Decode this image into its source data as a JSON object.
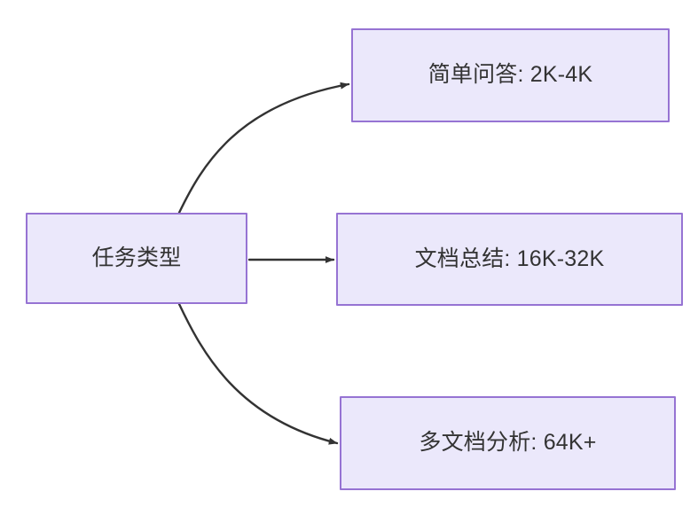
{
  "diagram": {
    "title": "任务类型",
    "background_color": "#ffffff",
    "node_fill_color": "#ebe8fb",
    "node_border_color": "#9673d3",
    "node_text_color": "#333333",
    "edge_color": "#333333",
    "nodes": [
      {
        "id": "root",
        "label": "任务类型"
      },
      {
        "id": "qa",
        "label": "简单问答: 2K-4K"
      },
      {
        "id": "sum",
        "label": "文档总结: 16K-32K"
      },
      {
        "id": "multi",
        "label": "多文档分析: 64K+"
      }
    ],
    "edges": [
      {
        "id": "edge-root-qa",
        "from": "root",
        "to": "qa",
        "label": "",
        "style": "curved"
      },
      {
        "id": "edge-root-sum",
        "from": "root",
        "to": "sum",
        "label": "",
        "style": "straight"
      },
      {
        "id": "edge-root-multi",
        "from": "root",
        "to": "multi",
        "label": "",
        "style": "curved"
      }
    ]
  }
}
